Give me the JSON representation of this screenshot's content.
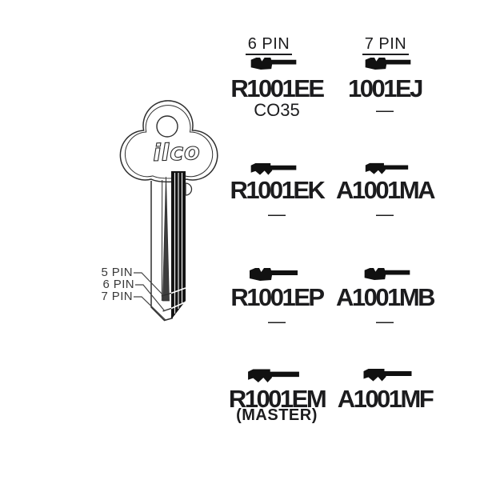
{
  "page": {
    "background": "#ffffff",
    "ink_color": "#1c1c1e"
  },
  "key_diagram": {
    "brand": "ilco",
    "description_icon": "key-blank-line-drawing",
    "pin_labels": [
      {
        "label": "5 PIN"
      },
      {
        "label": "6 PIN"
      },
      {
        "label": "7 PIN"
      }
    ]
  },
  "catalog": {
    "icon_name": "key-profile-icon",
    "columns": [
      {
        "header": "6 PIN",
        "cells": [
          {
            "part": "R1001EE",
            "sub": "CO35"
          },
          {
            "part": "R1001EK",
            "sub": "—"
          },
          {
            "part": "R1001EP",
            "sub": "—"
          },
          {
            "part": "R1001EM",
            "sub": "(MASTER)"
          }
        ]
      },
      {
        "header": "7 PIN",
        "cells": [
          {
            "part": "1001EJ",
            "sub": "—"
          },
          {
            "part": "A1001MA",
            "sub": "—"
          },
          {
            "part": "A1001MB",
            "sub": "—"
          },
          {
            "part": "A1001MF",
            "sub": ""
          }
        ]
      }
    ]
  }
}
